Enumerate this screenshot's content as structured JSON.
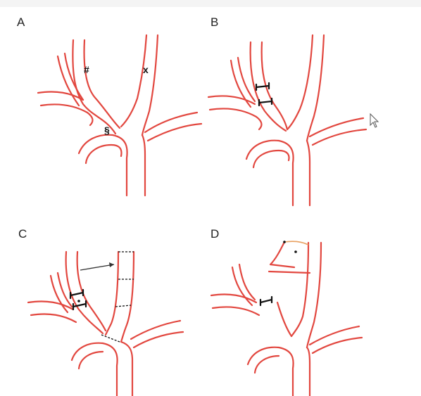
{
  "panels": [
    {
      "label": "A",
      "marks": [
        "#",
        "x",
        "§"
      ]
    },
    {
      "label": "B"
    },
    {
      "label": "C"
    },
    {
      "label": "D"
    }
  ],
  "colors": {
    "vessel": "#e2473f",
    "clamp": "#111111",
    "background": "#ffffff"
  },
  "icons": [
    "cursor-icon",
    "arrowhead-icon"
  ]
}
